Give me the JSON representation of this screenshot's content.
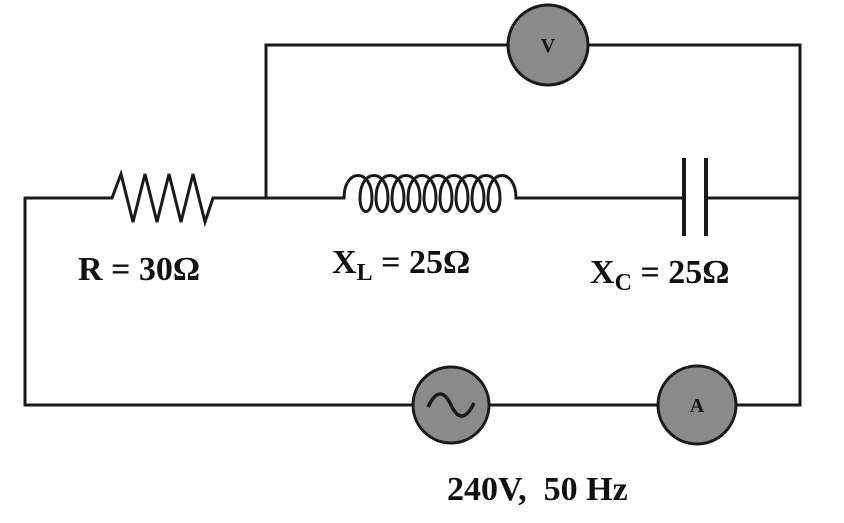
{
  "colors": {
    "wire": "#1a1a1a",
    "meter_fill": "#8a8a8a",
    "background": "#ffffff"
  },
  "components": {
    "resistor": {
      "label_main": "R = 30Ω"
    },
    "inductor": {
      "label_main": "X",
      "label_sub": "L",
      "label_value": " = 25Ω"
    },
    "capacitor": {
      "label_main": "X",
      "label_sub": "C",
      "label_value": " = 25Ω"
    },
    "voltmeter": {
      "symbol": "V"
    },
    "ammeter": {
      "symbol": "A"
    },
    "ac_source": {
      "label": "240V,  50 Hz",
      "icon": "sine-wave-icon"
    }
  }
}
